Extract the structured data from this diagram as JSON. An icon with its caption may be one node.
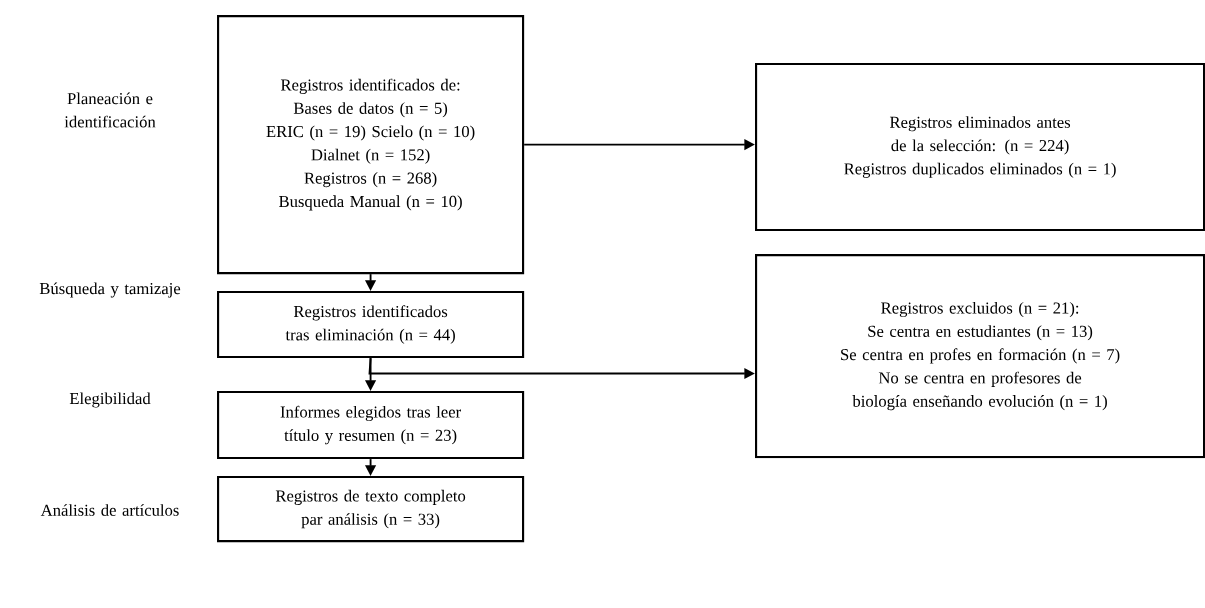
{
  "diagram": {
    "nodes": [
      {
        "text": [
          "Registros identificados de:",
          "Bases de datos (n = 5)",
          "ERIC (n = 19) Scielo (n = 10)",
          "Dialnet (n = 152)",
          "Registros (n = 268)",
          "Busqueda Manual (n = 10)"
        ]
      },
      {
        "text": [
          "Registros eliminados antes de la selección: (n = 224)",
          "Registros duplicados eliminados (n = 1)"
        ]
      },
      {
        "text": [
          "Registros identificados tras eliminación (n = 44)"
        ]
      },
      {
        "text": [
          "Registros excluidos (n = 21):",
          "Se centra en estudiantes (n = 13)",
          "Se centra en profes en formación (n = 7)",
          "No se centra en profesores de biología enseñando evolución (n = 1)"
        ]
      },
      {
        "text": [
          "Informes elegidos tras leer título y resumen (n = 23)"
        ]
      },
      {
        "text": [
          "Registros de texto completo par análisis (n = 33)"
        ]
      }
    ],
    "edges": [
      {
        "from": 0,
        "to": 1,
        "arrow": "to"
      },
      {
        "from": 0,
        "to": 2,
        "arrow": "to"
      },
      {
        "from": 2,
        "to": 4,
        "arrow": "to"
      },
      {
        "from": 2,
        "to": 3,
        "arrow": "to"
      },
      {
        "from": 4,
        "to": 5,
        "arrow": "to"
      }
    ],
    "labels": [
      "Planeación e identificación",
      "Búsqueda y tamizaje",
      "Elegibilidad",
      "Análisis de artículos"
    ]
  }
}
